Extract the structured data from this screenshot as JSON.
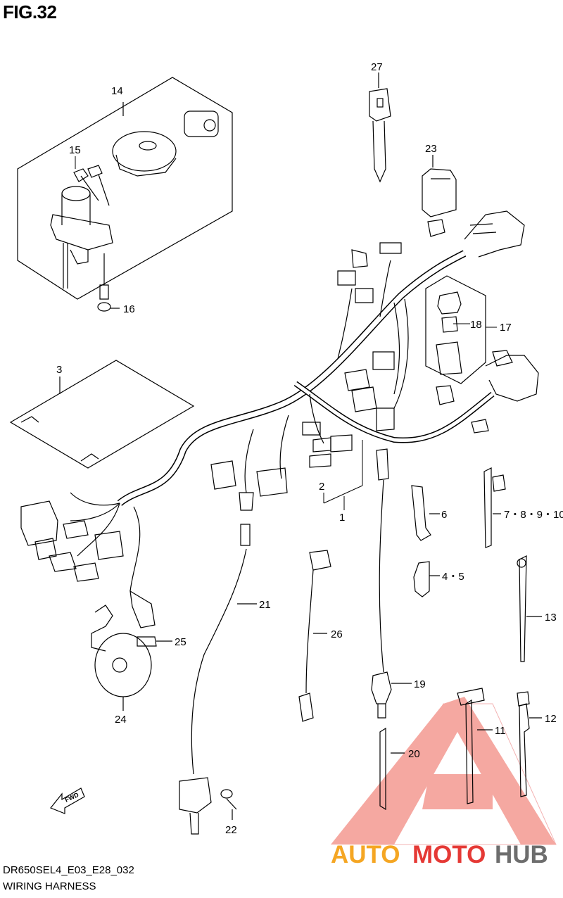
{
  "figure": {
    "title": "FIG.32",
    "code": "DR650SEL4_E03_E28_032",
    "caption": "WIRING HARNESS"
  },
  "callouts": {
    "c1": "1",
    "c2": "2",
    "c3": "3",
    "c4_5": "4・5",
    "c6": "6",
    "c7_10": "7・8・9・10",
    "c11": "11",
    "c12": "12",
    "c13": "13",
    "c14": "14",
    "c15": "15",
    "c16": "16",
    "c17": "17",
    "c18": "18",
    "c19": "19",
    "c20": "20",
    "c21": "21",
    "c22": "22",
    "c23": "23",
    "c24": "24",
    "c25": "25",
    "c26": "26",
    "c27": "27"
  },
  "fwd_label": "FWD",
  "watermark": {
    "part1": "AUTO",
    "part2": "MOTO",
    "part3": "HUB"
  },
  "colors": {
    "watermark_orange": "#f5a623",
    "watermark_red": "#e53935",
    "watermark_gray": "#6d6d6d",
    "line": "#000000"
  }
}
